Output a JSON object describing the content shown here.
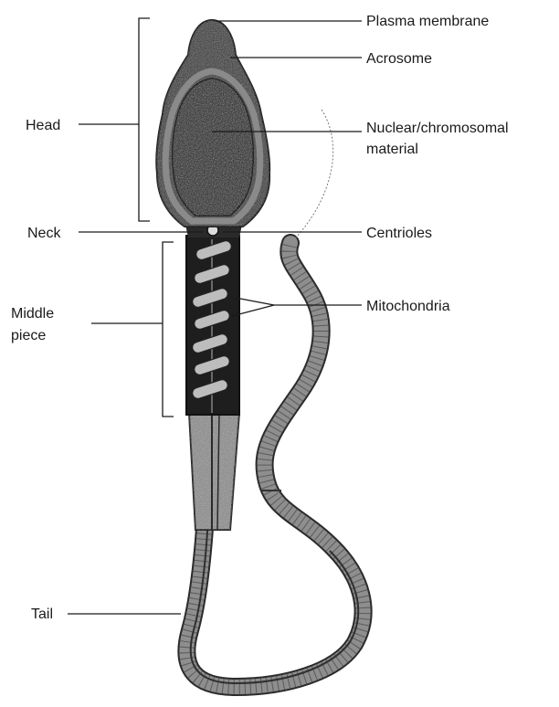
{
  "labels": {
    "plasma_membrane": "Plasma membrane",
    "acrosome": "Acrosome",
    "head": "Head",
    "nuclear_line1": "Nuclear/chromosomal",
    "nuclear_line2": "material",
    "neck": "Neck",
    "centrioles": "Centrioles",
    "mitochondria": "Mitochondria",
    "middle_line1": "Middle",
    "middle_line2": "piece",
    "tail": "Tail"
  },
  "colors": {
    "outer": "#4a4a4a",
    "membrane": "#7a7a7a",
    "nucleus": "#3c3c3c",
    "midpiece": "#1e1e1e",
    "tail": "#8e8e8e",
    "mito": "#bdbdbd"
  }
}
